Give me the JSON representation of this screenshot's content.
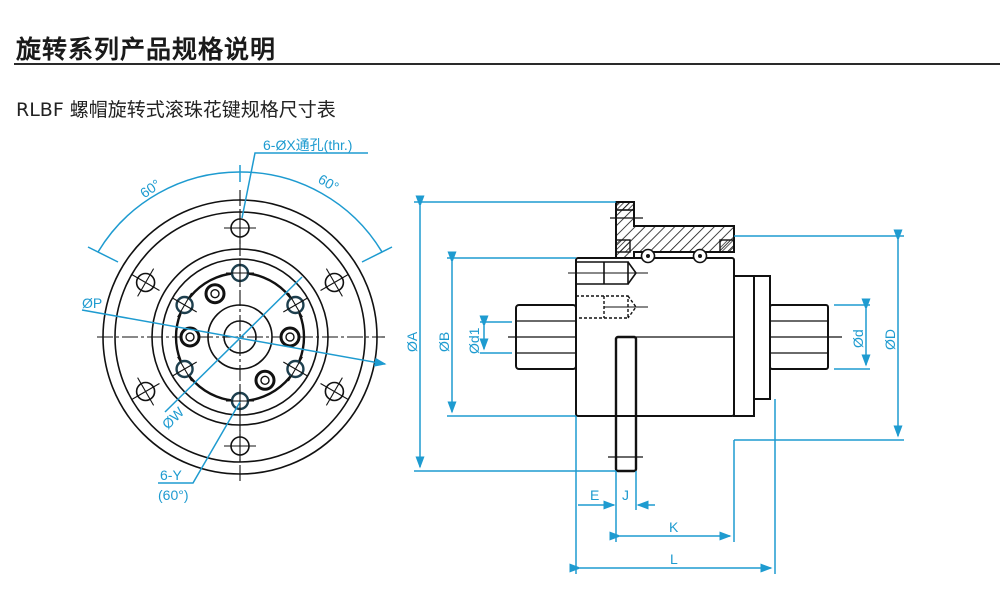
{
  "header": {
    "title": "旋转系列产品规格说明",
    "subtitle": "RLBF 螺帽旋转式滚珠花键规格尺寸表"
  },
  "colors": {
    "dimension": "#1e9bd0",
    "outline": "#111111",
    "title_rule": "#2a2a2a"
  },
  "front_view": {
    "hole_callout": "6-ØX通孔(thr.)",
    "angle_left": "60°",
    "angle_right": "60°",
    "dia_p": "ØP",
    "dia_w": "ØW",
    "tap_callout": "6-Y",
    "tap_angle": "(60°)"
  },
  "side_view": {
    "dia_a": "ØA",
    "dia_b": "ØB",
    "dia_d1": "Ød1",
    "dia_d": "Ød",
    "dia_D": "ØD",
    "dim_e": "E",
    "dim_j": "J",
    "dim_k": "K",
    "dim_l": "L"
  }
}
